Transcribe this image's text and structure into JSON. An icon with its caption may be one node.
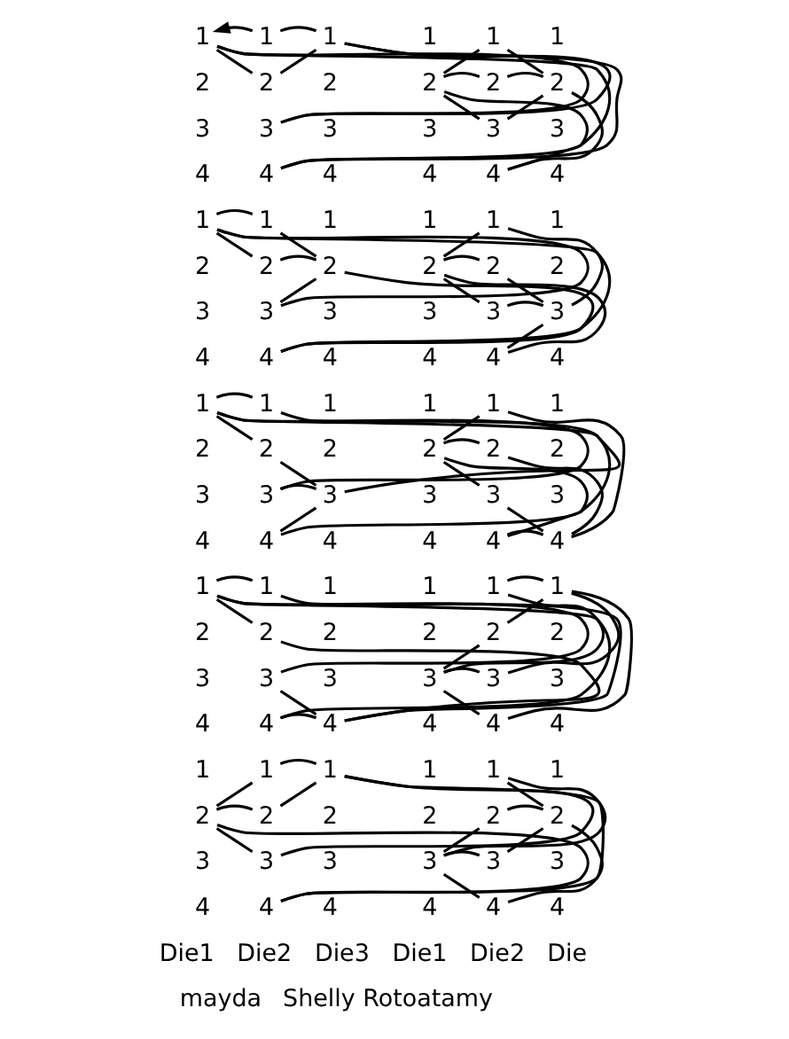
{
  "diagram": {
    "nodes": [
      {
        "text": [
          "1"
        ]
      },
      {
        "text": [
          "2"
        ]
      },
      {
        "text": [
          "3"
        ]
      },
      {
        "text": [
          "4"
        ]
      },
      {
        "text": [
          "1"
        ]
      },
      {
        "text": [
          "2"
        ]
      },
      {
        "text": [
          "3"
        ]
      },
      {
        "text": [
          "4"
        ]
      },
      {
        "text": [
          "1"
        ]
      },
      {
        "text": [
          "2"
        ]
      },
      {
        "text": [
          "3"
        ]
      },
      {
        "text": [
          "4"
        ]
      },
      {
        "text": [
          "1"
        ]
      },
      {
        "text": [
          "2"
        ]
      },
      {
        "text": [
          "3"
        ]
      },
      {
        "text": [
          "4"
        ]
      },
      {
        "text": [
          "1"
        ]
      },
      {
        "text": [
          "2"
        ]
      },
      {
        "text": [
          "3"
        ]
      },
      {
        "text": [
          "4"
        ]
      },
      {
        "text": [
          "1"
        ]
      },
      {
        "text": [
          "2"
        ]
      },
      {
        "text": [
          "3"
        ]
      },
      {
        "text": [
          "4"
        ]
      },
      {
        "text": [
          "1"
        ]
      },
      {
        "text": [
          "2"
        ]
      },
      {
        "text": [
          "3"
        ]
      },
      {
        "text": [
          "4"
        ]
      },
      {
        "text": [
          "1"
        ]
      },
      {
        "text": [
          "2"
        ]
      },
      {
        "text": [
          "3"
        ]
      },
      {
        "text": [
          "4"
        ]
      },
      {
        "text": [
          "1"
        ]
      },
      {
        "text": [
          "2"
        ]
      },
      {
        "text": [
          "3"
        ]
      },
      {
        "text": [
          "4"
        ]
      },
      {
        "text": [
          "1"
        ]
      },
      {
        "text": [
          "2"
        ]
      },
      {
        "text": [
          "3"
        ]
      },
      {
        "text": [
          "4"
        ]
      },
      {
        "text": [
          "1"
        ]
      },
      {
        "text": [
          "2"
        ]
      },
      {
        "text": [
          "3"
        ]
      },
      {
        "text": [
          "4"
        ]
      },
      {
        "text": [
          "1"
        ]
      },
      {
        "text": [
          "2"
        ]
      },
      {
        "text": [
          "3"
        ]
      },
      {
        "text": [
          "4"
        ]
      },
      {
        "text": [
          "1"
        ]
      },
      {
        "text": [
          "2"
        ]
      },
      {
        "text": [
          "3"
        ]
      },
      {
        "text": [
          "4"
        ]
      },
      {
        "text": [
          "1"
        ]
      },
      {
        "text": [
          "2"
        ]
      },
      {
        "text": [
          "3"
        ]
      },
      {
        "text": [
          "4"
        ]
      },
      {
        "text": [
          "1"
        ]
      },
      {
        "text": [
          "2"
        ]
      },
      {
        "text": [
          "3"
        ]
      },
      {
        "text": [
          "4"
        ]
      },
      {
        "text": [
          "1"
        ]
      },
      {
        "text": [
          "2"
        ]
      },
      {
        "text": [
          "3"
        ]
      },
      {
        "text": [
          "4"
        ]
      },
      {
        "text": [
          "1"
        ]
      },
      {
        "text": [
          "2"
        ]
      },
      {
        "text": [
          "3"
        ]
      },
      {
        "text": [
          "4"
        ]
      },
      {
        "text": [
          "1"
        ]
      },
      {
        "text": [
          "2"
        ]
      },
      {
        "text": [
          "3"
        ]
      },
      {
        "text": [
          "4"
        ]
      },
      {
        "text": [
          "1"
        ]
      },
      {
        "text": [
          "2"
        ]
      },
      {
        "text": [
          "3"
        ]
      },
      {
        "text": [
          "4"
        ]
      },
      {
        "text": [
          "1"
        ]
      },
      {
        "text": [
          "2"
        ]
      },
      {
        "text": [
          "3"
        ]
      },
      {
        "text": [
          "4"
        ]
      },
      {
        "text": [
          "1"
        ]
      },
      {
        "text": [
          "2"
        ]
      },
      {
        "text": [
          "3"
        ]
      },
      {
        "text": [
          "4"
        ]
      },
      {
        "text": [
          "1"
        ]
      },
      {
        "text": [
          "2"
        ]
      },
      {
        "text": [
          "3"
        ]
      },
      {
        "text": [
          "4"
        ]
      },
      {
        "text": [
          "1"
        ]
      },
      {
        "text": [
          "2"
        ]
      },
      {
        "text": [
          "3"
        ]
      },
      {
        "text": [
          "4"
        ]
      },
      {
        "text": [
          "1"
        ]
      },
      {
        "text": [
          "2"
        ]
      },
      {
        "text": [
          "3"
        ]
      },
      {
        "text": [
          "4"
        ]
      },
      {
        "text": [
          "1"
        ]
      },
      {
        "text": [
          "2"
        ]
      },
      {
        "text": [
          "3"
        ]
      },
      {
        "text": [
          "4"
        ]
      },
      {
        "text": [
          "1"
        ]
      },
      {
        "text": [
          "2"
        ]
      },
      {
        "text": [
          "3"
        ]
      },
      {
        "text": [
          "4"
        ]
      },
      {
        "text": [
          "1"
        ]
      },
      {
        "text": [
          "2"
        ]
      },
      {
        "text": [
          "3"
        ]
      },
      {
        "text": [
          "4"
        ]
      },
      {
        "text": [
          "1"
        ]
      },
      {
        "text": [
          "2"
        ]
      },
      {
        "text": [
          "3"
        ]
      },
      {
        "text": [
          "4"
        ]
      },
      {
        "text": [
          "1"
        ]
      },
      {
        "text": [
          "2"
        ]
      },
      {
        "text": [
          "3"
        ]
      },
      {
        "text": [
          "4"
        ]
      },
      {
        "text": [
          "1"
        ]
      },
      {
        "text": [
          "2"
        ]
      },
      {
        "text": [
          "3"
        ]
      },
      {
        "text": [
          "4"
        ]
      }
    ],
    "edges": [
      {
        "from": 4,
        "to": 0,
        "arrow": "to"
      },
      {
        "from": 0,
        "to": 5,
        "arrow": "none"
      },
      {
        "from": 0,
        "to": 6,
        "arrow": "none"
      },
      {
        "from": 0,
        "to": 7,
        "arrow": "none"
      },
      {
        "from": 4,
        "to": 8,
        "arrow": "none"
      },
      {
        "from": 5,
        "to": 8,
        "arrow": "none"
      },
      {
        "from": 6,
        "to": 8,
        "arrow": "none"
      },
      {
        "from": 7,
        "to": 8,
        "arrow": "none"
      },
      {
        "from": 12,
        "to": 16,
        "arrow": "none"
      },
      {
        "from": 12,
        "to": 17,
        "arrow": "none"
      },
      {
        "from": 12,
        "to": 18,
        "arrow": "none"
      },
      {
        "from": 12,
        "to": 19,
        "arrow": "none"
      },
      {
        "from": 16,
        "to": 21,
        "arrow": "none"
      },
      {
        "from": 17,
        "to": 21,
        "arrow": "none"
      },
      {
        "from": 18,
        "to": 21,
        "arrow": "none"
      },
      {
        "from": 19,
        "to": 21,
        "arrow": "none"
      },
      {
        "from": 24,
        "to": 28,
        "arrow": "none"
      },
      {
        "from": 24,
        "to": 29,
        "arrow": "none"
      },
      {
        "from": 24,
        "to": 30,
        "arrow": "none"
      },
      {
        "from": 24,
        "to": 31,
        "arrow": "none"
      },
      {
        "from": 28,
        "to": 34,
        "arrow": "none"
      },
      {
        "from": 29,
        "to": 34,
        "arrow": "none"
      },
      {
        "from": 30,
        "to": 34,
        "arrow": "none"
      },
      {
        "from": 31,
        "to": 34,
        "arrow": "none"
      },
      {
        "from": 36,
        "to": 40,
        "arrow": "none"
      },
      {
        "from": 36,
        "to": 41,
        "arrow": "none"
      },
      {
        "from": 36,
        "to": 42,
        "arrow": "none"
      },
      {
        "from": 36,
        "to": 43,
        "arrow": "none"
      },
      {
        "from": 40,
        "to": 47,
        "arrow": "none"
      },
      {
        "from": 41,
        "to": 47,
        "arrow": "none"
      },
      {
        "from": 42,
        "to": 47,
        "arrow": "none"
      },
      {
        "from": 43,
        "to": 47,
        "arrow": "none"
      },
      {
        "from": 49,
        "to": 52,
        "arrow": "none"
      },
      {
        "from": 49,
        "to": 53,
        "arrow": "none"
      },
      {
        "from": 49,
        "to": 54,
        "arrow": "none"
      },
      {
        "from": 49,
        "to": 55,
        "arrow": "none"
      },
      {
        "from": 52,
        "to": 56,
        "arrow": "none"
      },
      {
        "from": 53,
        "to": 56,
        "arrow": "none"
      },
      {
        "from": 54,
        "to": 56,
        "arrow": "none"
      },
      {
        "from": 55,
        "to": 56,
        "arrow": "none"
      },
      {
        "from": 61,
        "to": 64,
        "arrow": "none"
      },
      {
        "from": 61,
        "to": 65,
        "arrow": "none"
      },
      {
        "from": 61,
        "to": 66,
        "arrow": "none"
      },
      {
        "from": 61,
        "to": 67,
        "arrow": "none"
      },
      {
        "from": 64,
        "to": 69,
        "arrow": "none"
      },
      {
        "from": 65,
        "to": 69,
        "arrow": "none"
      },
      {
        "from": 66,
        "to": 69,
        "arrow": "none"
      },
      {
        "from": 67,
        "to": 69,
        "arrow": "none"
      },
      {
        "from": 73,
        "to": 76,
        "arrow": "none"
      },
      {
        "from": 73,
        "to": 77,
        "arrow": "none"
      },
      {
        "from": 73,
        "to": 78,
        "arrow": "none"
      },
      {
        "from": 73,
        "to": 79,
        "arrow": "none"
      },
      {
        "from": 76,
        "to": 82,
        "arrow": "none"
      },
      {
        "from": 77,
        "to": 82,
        "arrow": "none"
      },
      {
        "from": 78,
        "to": 82,
        "arrow": "none"
      },
      {
        "from": 79,
        "to": 82,
        "arrow": "none"
      },
      {
        "from": 85,
        "to": 88,
        "arrow": "none"
      },
      {
        "from": 85,
        "to": 89,
        "arrow": "none"
      },
      {
        "from": 85,
        "to": 90,
        "arrow": "none"
      },
      {
        "from": 85,
        "to": 91,
        "arrow": "none"
      },
      {
        "from": 88,
        "to": 95,
        "arrow": "none"
      },
      {
        "from": 89,
        "to": 95,
        "arrow": "none"
      },
      {
        "from": 90,
        "to": 95,
        "arrow": "none"
      },
      {
        "from": 91,
        "to": 95,
        "arrow": "none"
      },
      {
        "from": 98,
        "to": 100,
        "arrow": "none"
      },
      {
        "from": 98,
        "to": 101,
        "arrow": "none"
      },
      {
        "from": 98,
        "to": 102,
        "arrow": "none"
      },
      {
        "from": 98,
        "to": 103,
        "arrow": "none"
      },
      {
        "from": 100,
        "to": 104,
        "arrow": "none"
      },
      {
        "from": 101,
        "to": 104,
        "arrow": "none"
      },
      {
        "from": 102,
        "to": 104,
        "arrow": "none"
      },
      {
        "from": 103,
        "to": 104,
        "arrow": "none"
      },
      {
        "from": 110,
        "to": 112,
        "arrow": "none"
      },
      {
        "from": 110,
        "to": 113,
        "arrow": "none"
      },
      {
        "from": 110,
        "to": 114,
        "arrow": "none"
      },
      {
        "from": 110,
        "to": 115,
        "arrow": "none"
      },
      {
        "from": 112,
        "to": 117,
        "arrow": "none"
      },
      {
        "from": 113,
        "to": 117,
        "arrow": "none"
      },
      {
        "from": 114,
        "to": 117,
        "arrow": "none"
      },
      {
        "from": 115,
        "to": 117,
        "arrow": "none"
      }
    ],
    "labels": [
      "Die1",
      "Die2",
      "Die3",
      "Die1",
      "Die2",
      "Die",
      "mayda",
      "Shelly Rotoatamy"
    ]
  }
}
